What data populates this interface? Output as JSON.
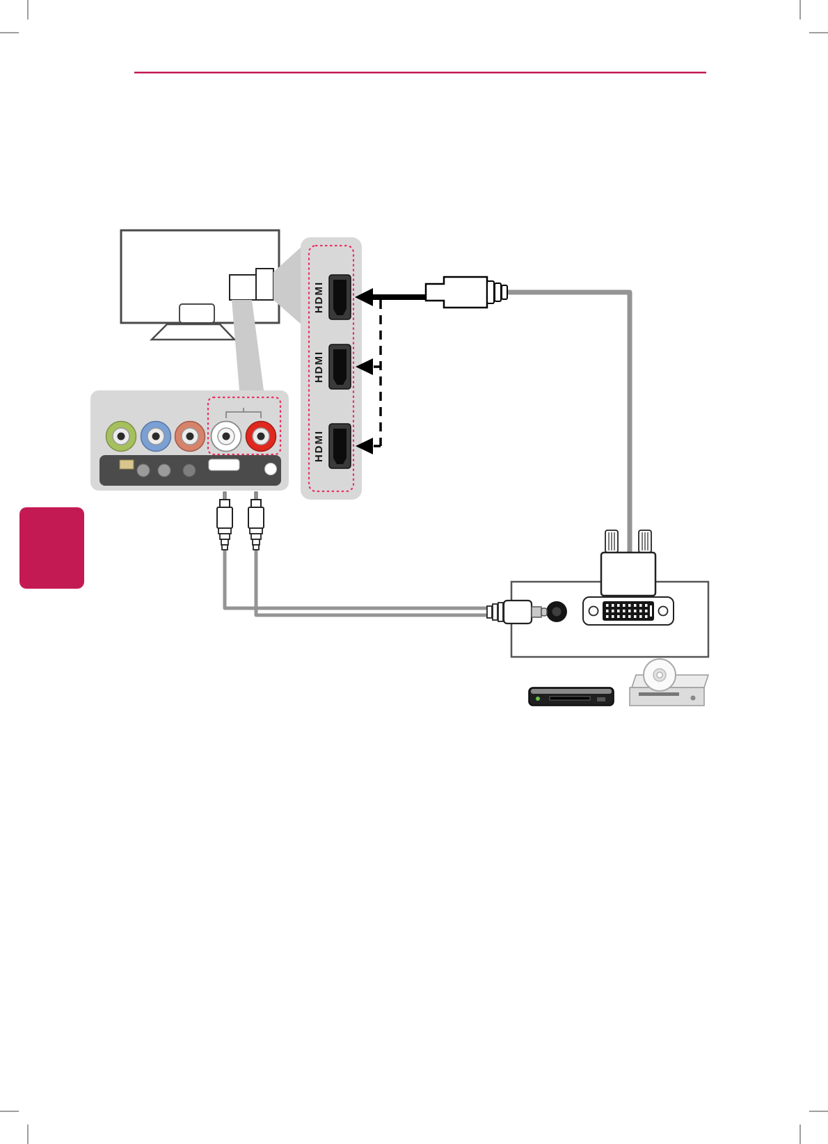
{
  "labels": {
    "hdmi": "HDMI"
  },
  "colors": {
    "accent": "#c41a54",
    "dotted": "#ee2a5e",
    "panel-gray": "#d8d8d8",
    "strip-dark": "#4b4b4b",
    "cable-gray": "#949494",
    "wedge-gray": "#cbcbcb",
    "jack-green": "#a6c05e",
    "jack-blue": "#7aa0d4",
    "jack-orange": "#d7826b",
    "jack-red": "#e0281e"
  },
  "diagram": {
    "hdmi_port_count": 3,
    "component_jacks": [
      "green",
      "blue",
      "orange"
    ],
    "audio_jacks": [
      "white",
      "red"
    ]
  }
}
